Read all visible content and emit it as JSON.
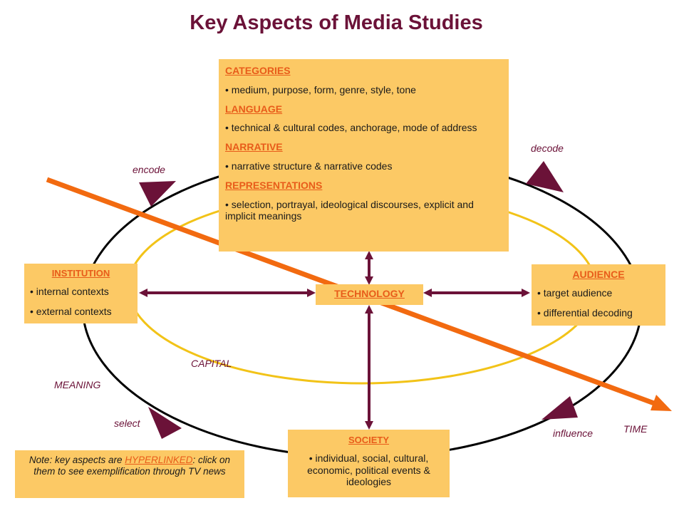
{
  "title": "Key Aspects of Media Studies",
  "colors": {
    "title": "#6b1238",
    "box_fill": "#fcc965",
    "link": "#e85c1a",
    "outer_ellipse": "#000000",
    "inner_ellipse": "#f2c318",
    "time_arrow": "#f26a10",
    "connectors": "#6b1238"
  },
  "center_box": {
    "sections": [
      {
        "heading": "CATEGORIES",
        "text": "• medium, purpose, form, genre, style, tone"
      },
      {
        "heading": "LANGUAGE",
        "text": "• technical & cultural codes, anchorage, mode of address"
      },
      {
        "heading": "NARRATIVE",
        "text": "• narrative structure & narrative codes"
      },
      {
        "heading": "REPRESENTATIONS",
        "text": "• selection, portrayal, ideological discourses, explicit and implicit meanings"
      }
    ]
  },
  "institution": {
    "heading": "INSTITUTION",
    "items": [
      "• internal contexts",
      "• external contexts"
    ]
  },
  "audience": {
    "heading": "AUDIENCE",
    "items": [
      "• target audience",
      "• differential decoding"
    ]
  },
  "technology": {
    "heading": "TECHNOLOGY"
  },
  "society": {
    "heading": "SOCIETY",
    "text": "• individual, social, cultural, economic, political events & ideologies"
  },
  "note": {
    "prefix": "Note: key aspects are ",
    "link": "HYPERLINKED",
    "suffix": ": click on them to see exemplification through TV news"
  },
  "labels": {
    "encode": "encode",
    "decode": "decode",
    "select": "select",
    "influence": "influence",
    "capital": "CAPITAL",
    "meaning": "MEANING",
    "time": "TIME"
  }
}
